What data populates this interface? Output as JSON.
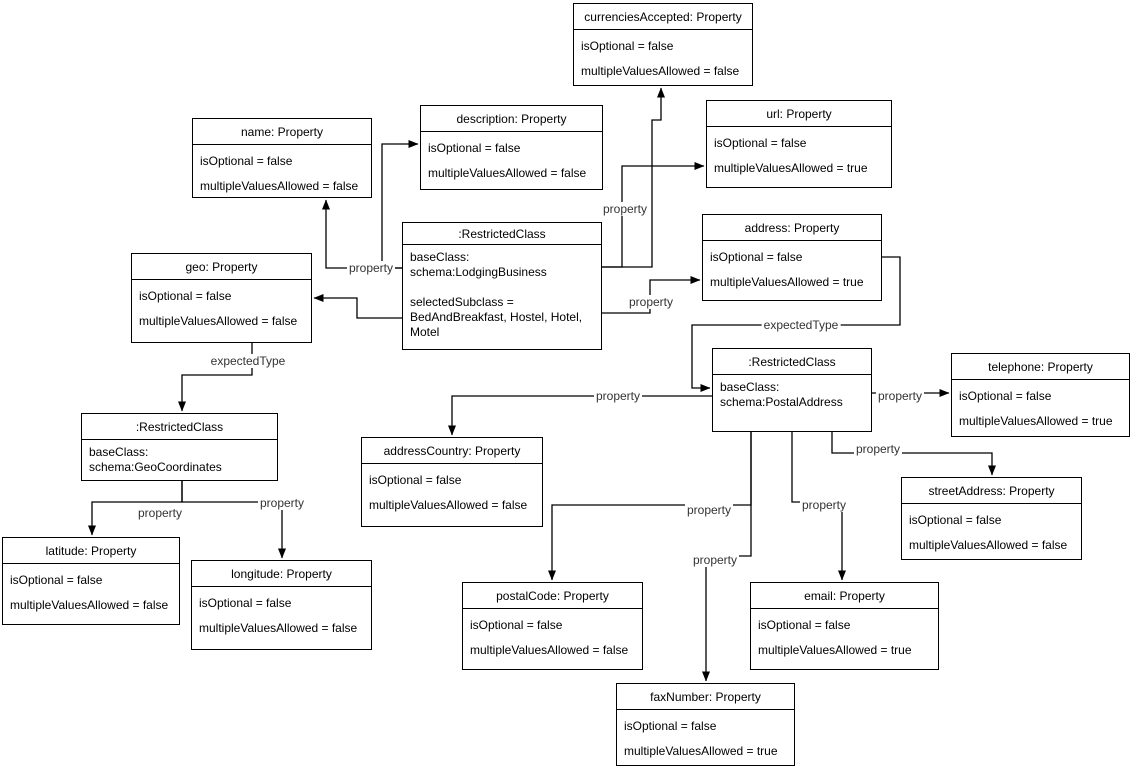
{
  "diagram": {
    "labels": {
      "property": "property",
      "expected_type": "expectedType"
    },
    "nodes": {
      "currenciesAccepted": {
        "title": "currenciesAccepted: Property",
        "attr1": "isOptional = false",
        "attr2": "multipleValuesAllowed = false"
      },
      "name": {
        "title": "name: Property",
        "attr1": "isOptional = false",
        "attr2": "multipleValuesAllowed = false"
      },
      "description": {
        "title": "description: Property",
        "attr1": "isOptional = false",
        "attr2": "multipleValuesAllowed = false"
      },
      "url": {
        "title": "url: Property",
        "attr1": "isOptional = false",
        "attr2": "multipleValuesAllowed = true"
      },
      "address": {
        "title": "address: Property",
        "attr1": "isOptional = false",
        "attr2": "multipleValuesAllowed = true"
      },
      "geo": {
        "title": "geo: Property",
        "attr1": "isOptional = false",
        "attr2": "multipleValuesAllowed = false"
      },
      "telephone": {
        "title": "telephone: Property",
        "attr1": "isOptional = false",
        "attr2": "multipleValuesAllowed = true"
      },
      "streetAddress": {
        "title": "streetAddress: Property",
        "attr1": "isOptional = false",
        "attr2": "multipleValuesAllowed = false"
      },
      "addressCountry": {
        "title": "addressCountry: Property",
        "attr1": "isOptional = false",
        "attr2": "multipleValuesAllowed = false"
      },
      "postalCode": {
        "title": "postalCode: Property",
        "attr1": "isOptional = false",
        "attr2": "multipleValuesAllowed = false"
      },
      "email": {
        "title": "email: Property",
        "attr1": "isOptional = false",
        "attr2": "multipleValuesAllowed = true"
      },
      "faxNumber": {
        "title": "faxNumber: Property",
        "attr1": "isOptional = false",
        "attr2": "multipleValuesAllowed = true"
      },
      "latitude": {
        "title": "latitude: Property",
        "attr1": "isOptional = false",
        "attr2": "multipleValuesAllowed = false"
      },
      "longitude": {
        "title": "longitude: Property",
        "attr1": "isOptional = false",
        "attr2": "multipleValuesAllowed = false"
      },
      "lodgingClass": {
        "title": ":RestrictedClass",
        "body": "baseClass:\nschema:LodgingBusiness\n\nselectedSubclass =\nBedAndBreakfast, Hostel, Hotel,\nMotel"
      },
      "geoClass": {
        "title": ":RestrictedClass",
        "body": "baseClass:\nschema:GeoCoordinates"
      },
      "postalClass": {
        "title": ":RestrictedClass",
        "body": "baseClass:\nschema:PostalAddress"
      }
    }
  }
}
